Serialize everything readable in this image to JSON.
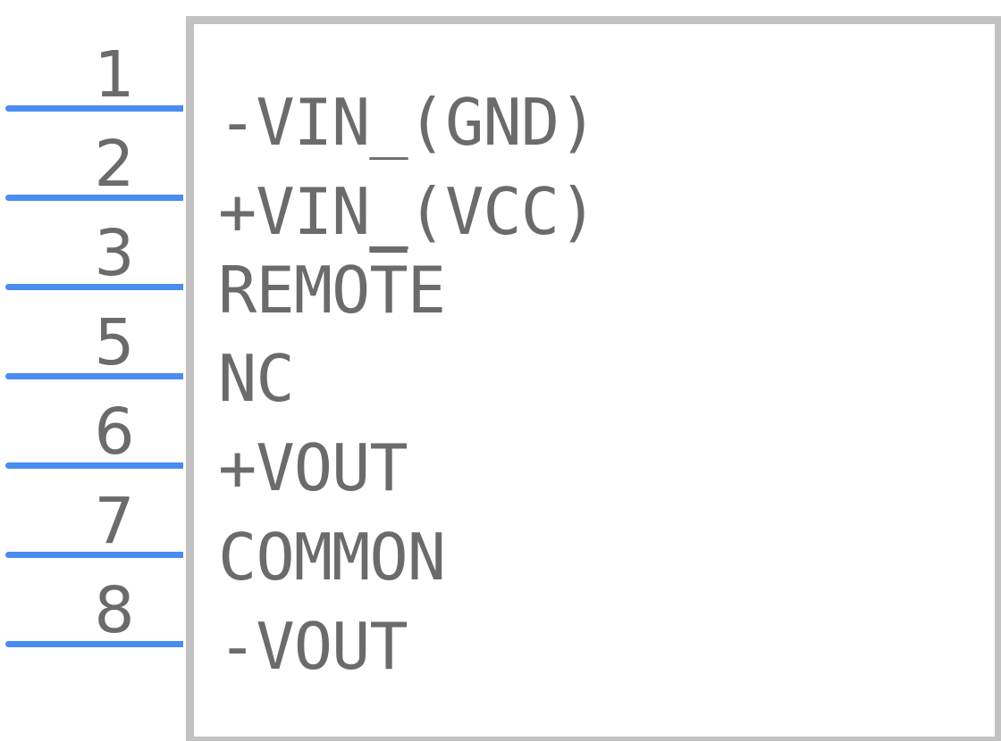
{
  "colors": {
    "body_outline": "#c2c2c2",
    "pin_line": "#4a8cf0",
    "text": "#6b6b6b"
  },
  "pins": [
    {
      "number": "1",
      "name": "-VIN_(GND)"
    },
    {
      "number": "2",
      "name": "+VIN_(VCC)"
    },
    {
      "number": "3",
      "name_pre": "REMO",
      "name_overline": "T",
      "name_post": "E"
    },
    {
      "number": "5",
      "name": "NC"
    },
    {
      "number": "6",
      "name": "+VOUT"
    },
    {
      "number": "7",
      "name": "COMMON"
    },
    {
      "number": "8",
      "name": "-VOUT"
    }
  ]
}
